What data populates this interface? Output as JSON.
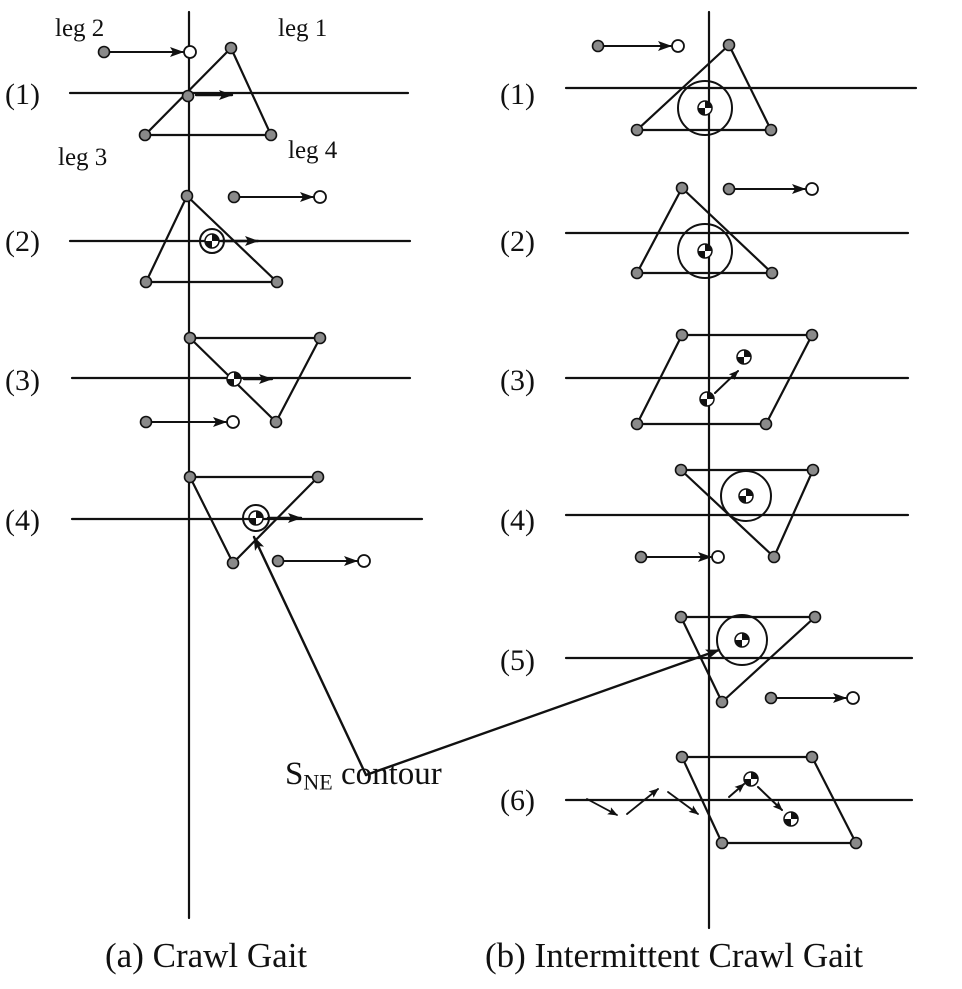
{
  "colors": {
    "ink": "#111111",
    "foot": "#8a8a8a"
  },
  "legs": {
    "leg1": "leg 1",
    "leg2": "leg 2",
    "leg3": "leg 3",
    "leg4": "leg 4"
  },
  "panel_a": {
    "caption": "(a)  Crawl Gait",
    "steps": [
      "(1)",
      "(2)",
      "(3)",
      "(4)"
    ]
  },
  "panel_b": {
    "caption": "(b)  Intermittent Crawl Gait",
    "steps": [
      "(1)",
      "(2)",
      "(3)",
      "(4)",
      "(5)",
      "(6)"
    ]
  },
  "annotation": {
    "prefix": "S",
    "subscript": "NE",
    "suffix": " contour"
  }
}
